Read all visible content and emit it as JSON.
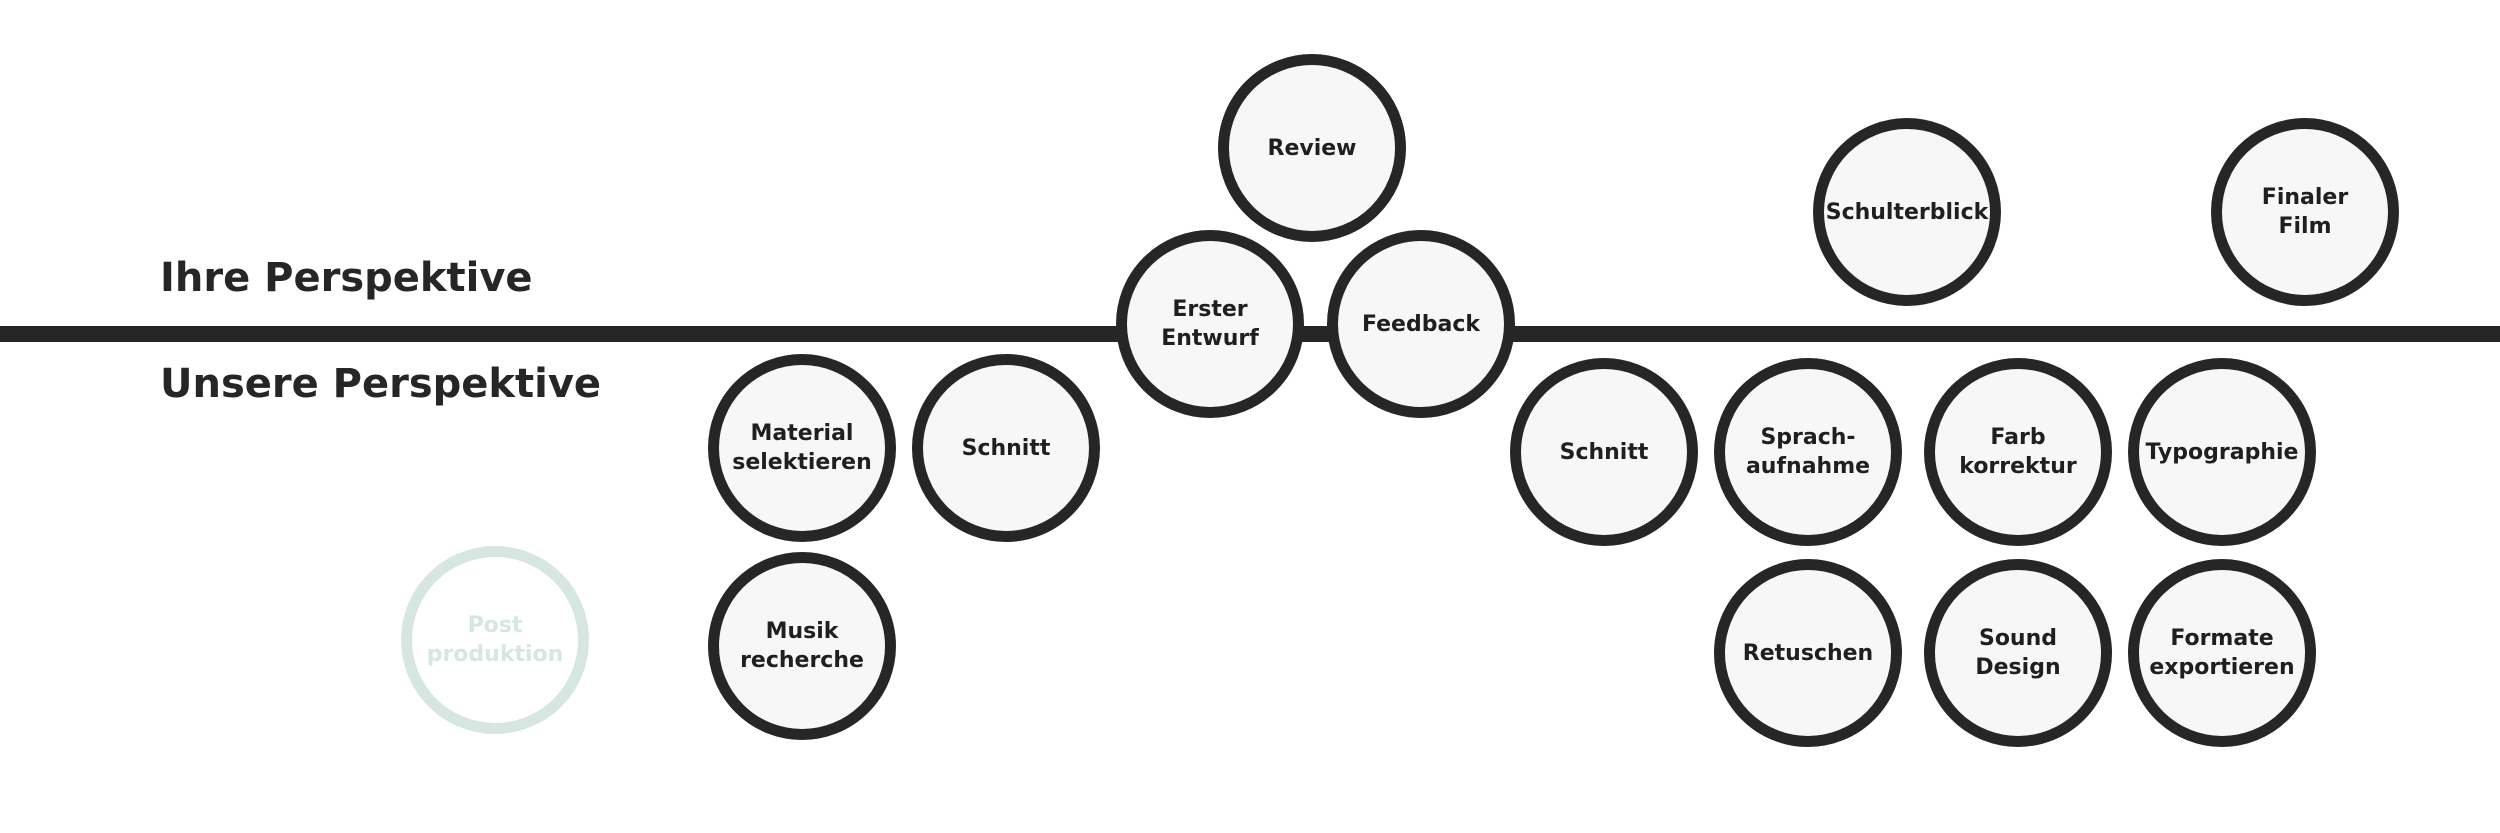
{
  "labels": {
    "their_perspective": "Ihre Perspektive",
    "our_perspective": "Unsere Perspektive"
  },
  "colors": {
    "line": "#262626",
    "node_fill": "#f7f7f7",
    "faded": "#d6e6e1"
  },
  "nodes": {
    "review": "Review",
    "erster_entwurf": "Erster\nEntwurf",
    "feedback": "Feedback",
    "schulterblick": "Schulterblick",
    "finaler_film": "Finaler\nFilm",
    "material_selektieren": "Material\nselektieren",
    "schnitt_1": "Schnitt",
    "musik_recherche": "Musik\nrecherche",
    "post_produktion": "Post\nproduktion",
    "schnitt_2": "Schnitt",
    "sprachaufnahme": "Sprach-\naufnahme",
    "farbkorrektur": "Farb\nkorrektur",
    "typographie": "Typographie",
    "retuschen": "Retuschen",
    "sound_design": "Sound\nDesign",
    "formate_exportieren": "Formate\nexportieren"
  }
}
